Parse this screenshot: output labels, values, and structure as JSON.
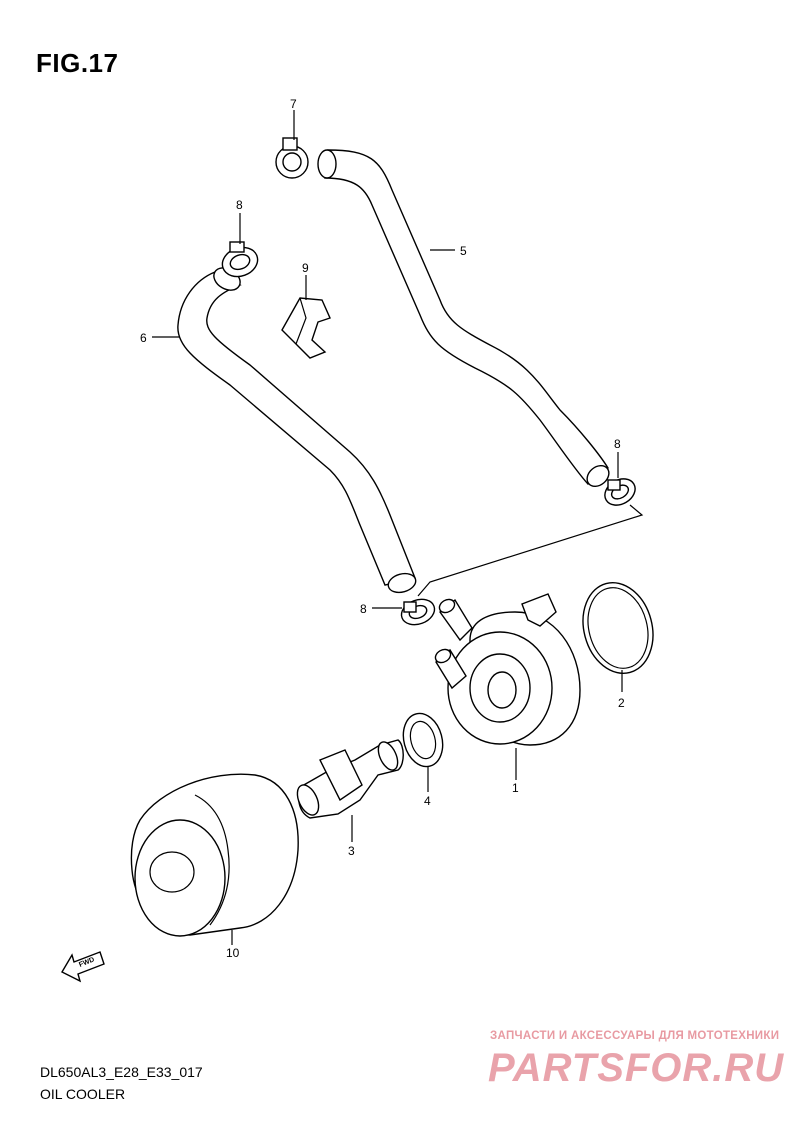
{
  "figure": {
    "title": "FIG.17"
  },
  "footer": {
    "code": "DL650AL3_E28_E33_017",
    "name": "OIL COOLER"
  },
  "watermark": {
    "tagline": "ЗАПЧАСТИ И АКСЕССУАРЫ ДЛЯ МОТОТЕХНИКИ",
    "brand": "PARTSFOR.RU"
  },
  "direction": {
    "label": "FWD"
  },
  "parts": [
    {
      "number": "1",
      "name": "oil-cooler"
    },
    {
      "number": "2",
      "name": "o-ring"
    },
    {
      "number": "3",
      "name": "union-bolt"
    },
    {
      "number": "4",
      "name": "gasket"
    },
    {
      "number": "5",
      "name": "hose"
    },
    {
      "number": "6",
      "name": "hose"
    },
    {
      "number": "7",
      "name": "clamp"
    },
    {
      "number": "8",
      "name": "clamp"
    },
    {
      "number": "8",
      "name": "clamp"
    },
    {
      "number": "8",
      "name": "clamp"
    },
    {
      "number": "9",
      "name": "clamp"
    },
    {
      "number": "10",
      "name": "oil-filter"
    }
  ]
}
